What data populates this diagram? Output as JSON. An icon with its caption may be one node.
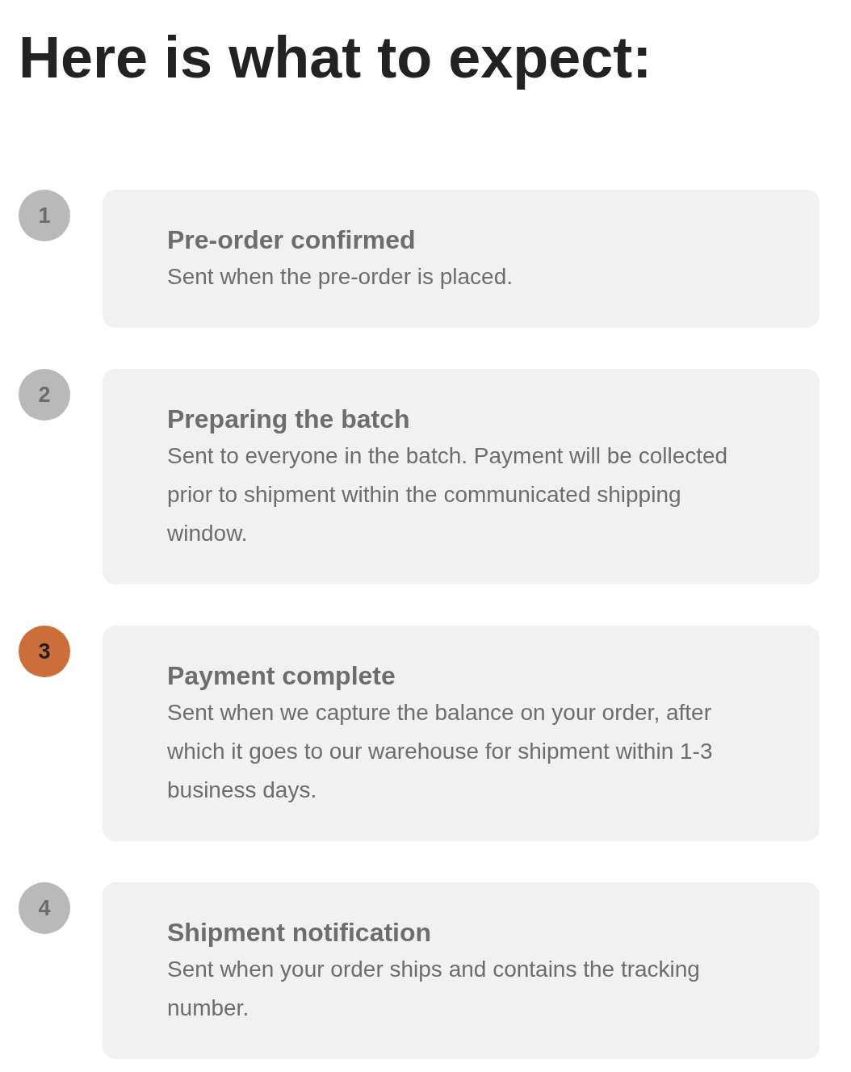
{
  "diagram": {
    "title": "Here is what to expect:",
    "nodes": [
      {
        "text": [
          "1"
        ]
      },
      {
        "text": [
          "Pre-order confirmed",
          "Sent when the pre-order is placed."
        ]
      },
      {
        "text": [
          "2"
        ]
      },
      {
        "text": [
          "Preparing the batch",
          "Sent to everyone in the batch. Payment will be collected prior to shipment within the communicated shipping window."
        ]
      },
      {
        "text": [
          "3"
        ]
      },
      {
        "text": [
          "Payment complete",
          "Sent when we capture the balance on your order, after which it goes to our warehouse for shipment within 1-3 business days."
        ]
      },
      {
        "text": [
          "4"
        ]
      },
      {
        "text": [
          "Shipment notification",
          "Sent when your order ships and contains the tracking number."
        ]
      }
    ]
  }
}
